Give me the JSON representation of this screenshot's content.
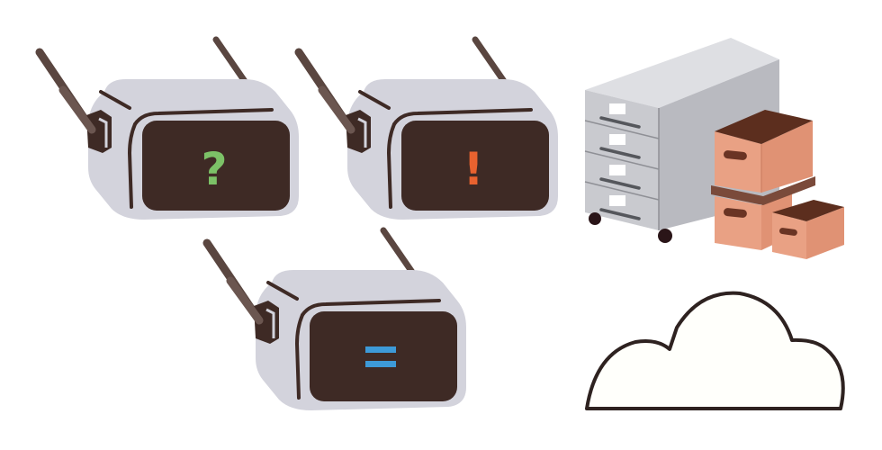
{
  "scene": {
    "description": "Three wireless devices with status symbols, a filing cabinet with storage boxes, and a cloud outline",
    "background": "#ffffff"
  },
  "palette": {
    "device_body": "#d3d3dc",
    "device_dark": "#3e2a25",
    "antenna": "#5a4640",
    "cabinet_top": "#dedfe3",
    "cabinet_front": "#c9cacf",
    "cabinet_side": "#b9bac0",
    "drawer_handle": "#55575c",
    "box_front": "#e9a184",
    "box_side": "#e09274",
    "box_interior": "#5c2e1e",
    "box_handle": "#6a3424",
    "box_band": "#7a4a3a",
    "cloud_fill": "#fffffb",
    "cloud_stroke": "#2e2220"
  },
  "devices": [
    {
      "id": "device-question",
      "status_symbol": "?",
      "status_meaning": "unknown",
      "symbol_color": "#7cc167"
    },
    {
      "id": "device-alert",
      "status_symbol": "!",
      "status_meaning": "alert",
      "symbol_color": "#e8622f"
    },
    {
      "id": "device-equal",
      "status_symbol": "=",
      "status_meaning": "synced",
      "symbol_color": "#3d9ad8"
    }
  ],
  "storage": {
    "cabinet_drawers": 4,
    "boxes": 3
  },
  "cloud": {
    "label": ""
  }
}
